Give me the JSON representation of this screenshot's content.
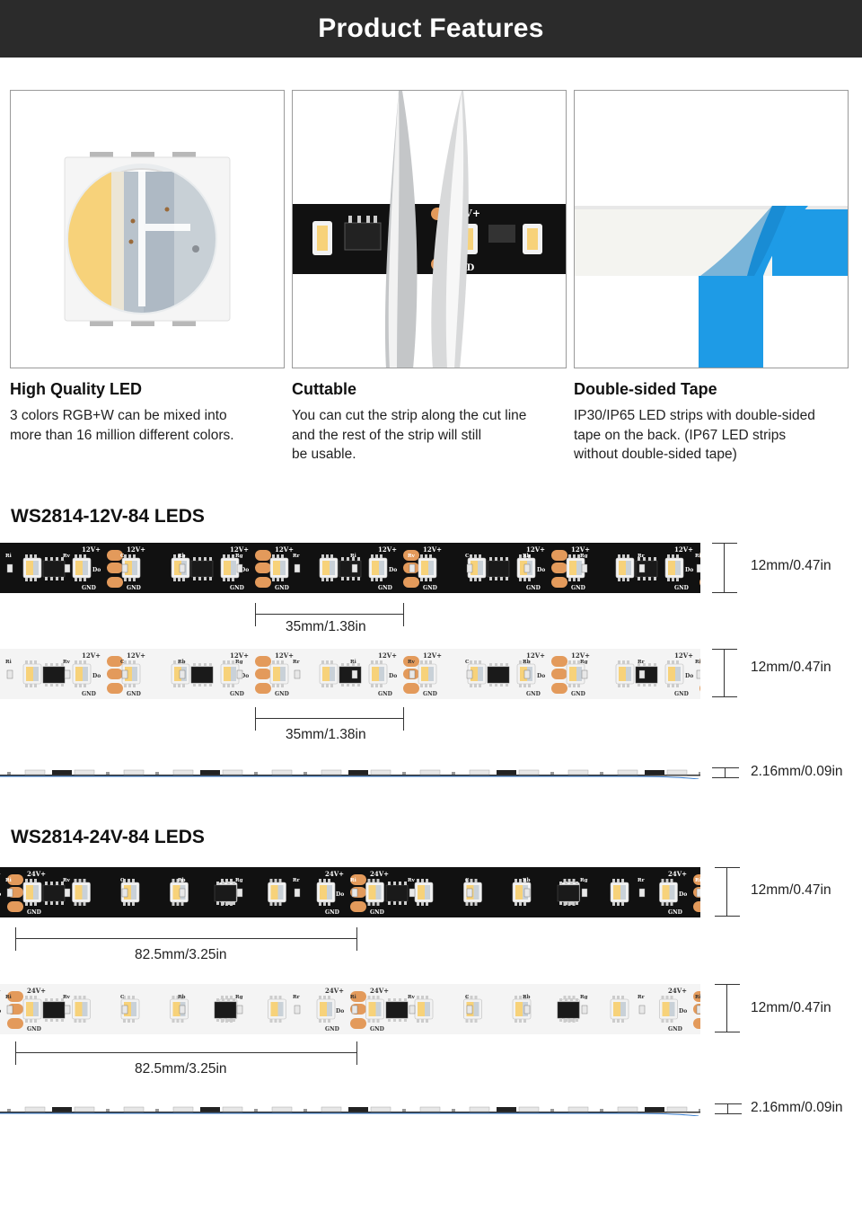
{
  "header": {
    "title": "Product Features"
  },
  "features": [
    {
      "title": "High Quality LED",
      "desc": "3 colors RGB+W can be mixed into\nmore than 16 million different colors."
    },
    {
      "title": "Cuttable",
      "desc": "You can cut the strip along the cut line\nand the rest of the strip will still\nbe usable."
    },
    {
      "title": "Double-sided Tape",
      "desc": "IP30/IP65 LED strips with double-sided\ntape on the back. (IP67 LED strips\nwithout double-sided tape)"
    }
  ],
  "strip_labels": {
    "v12": "12V+",
    "v24": "24V+",
    "gnd": "GND",
    "do": "Do",
    "di": "Di",
    "ri": "Ri",
    "rv": "Rv",
    "rb": "Rb",
    "rg": "Rg",
    "rr": "Rr",
    "c": "C"
  },
  "sections": [
    {
      "title": "WS2814-12V-84 LEDS",
      "width_label": "12mm/0.47in",
      "cut_label": "35mm/1.38in",
      "thickness_label": "2.16mm/0.09in"
    },
    {
      "title": "WS2814-24V-84 LEDS",
      "width_label": "12mm/0.47in",
      "cut_label": "82.5mm/3.25in",
      "thickness_label": "2.16mm/0.09in"
    }
  ],
  "colors": {
    "header_bg": "#2b2b2b",
    "pcb_black": "#111111",
    "pcb_white": "#f4f4f4",
    "copper_pad": "#e39a5b",
    "tape_blue": "#1e9be6",
    "led_warm": "#f7d27a"
  },
  "icons": [
    "scissors-icon",
    "led-chip-icon",
    "tape-peel-icon"
  ]
}
